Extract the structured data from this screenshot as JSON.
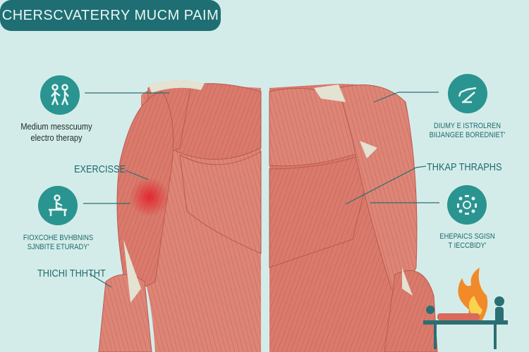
{
  "title": "CHERSCVATERRY MUCM PAIM",
  "left": {
    "top_caption": [
      "Medium messcuumy",
      "electro therapy"
    ],
    "exercise": "EXERCISSE",
    "mid_caption": [
      "FIOXCOHE BVHBNINS",
      "SJNBITE ETURADY'"
    ],
    "bottom": "THICHI THHTHT"
  },
  "right": {
    "top_caption": [
      "DIUMY E ISTROLREN",
      "BIIJANGEE BOREDNIET'"
    ],
    "mid": "THKAP THRAPHS",
    "bottom_caption": [
      "EHEPAICS SGISN",
      "T IECCBIDY'"
    ]
  },
  "colors": {
    "background": "#d4ece9",
    "accent": "#1f6e73",
    "icon": "#2a9490",
    "muscle": "#d9776a"
  }
}
